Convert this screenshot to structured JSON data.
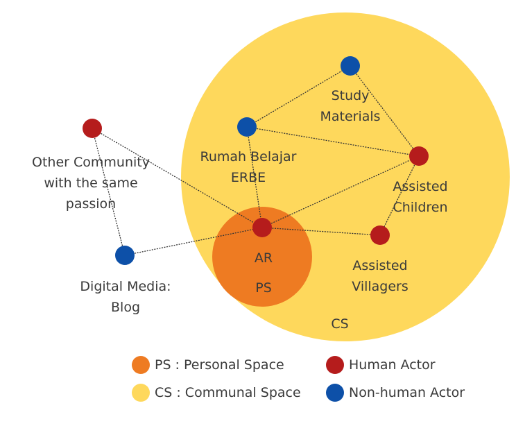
{
  "colors": {
    "communal_space": "#fed85c",
    "personal_space": "#ee7b22",
    "human_actor": "#b51c1c",
    "non_human_actor": "#0d50a8",
    "line": "#333333"
  },
  "spaces": {
    "cs_label": "CS",
    "ps_label": "PS"
  },
  "nodes": {
    "study_materials": [
      "Study",
      "Materials"
    ],
    "rumah_belajar": [
      "Rumah Belajar",
      "ERBE"
    ],
    "other_community": [
      "Other Community",
      "with the same",
      "passion"
    ],
    "assisted_children": [
      "Assisted",
      "Children"
    ],
    "ar": [
      "AR"
    ],
    "assisted_villagers": [
      "Assisted",
      "Villagers"
    ],
    "digital_media": [
      "Digital Media:",
      "Blog"
    ]
  },
  "legend": {
    "ps": "PS : Personal Space",
    "cs": "CS : Communal Space",
    "human": "Human Actor",
    "non_human": "Non-human Actor"
  }
}
